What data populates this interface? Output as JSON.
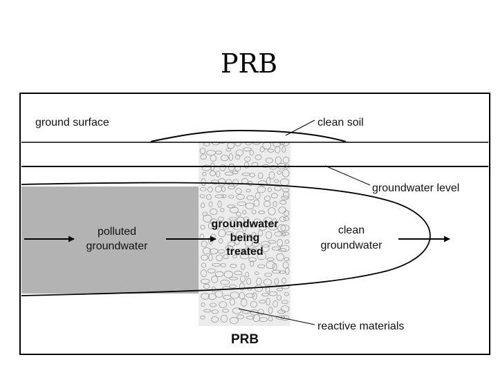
{
  "title": "PRB",
  "labels": {
    "ground_surface": "ground surface",
    "clean_soil": "clean soil",
    "groundwater_level": "groundwater level",
    "polluted_line1": "polluted",
    "polluted_line2": "groundwater",
    "treated_line1": "groundwater",
    "treated_line2": "being",
    "treated_line3": "treated",
    "clean_line1": "clean",
    "clean_line2": "groundwater",
    "reactive_materials": "reactive materials",
    "barrier_name": "PRB"
  },
  "colors": {
    "polluted_fill": "#b3b3b3",
    "barrier_fill": "#ececec",
    "outline": "#000000"
  }
}
